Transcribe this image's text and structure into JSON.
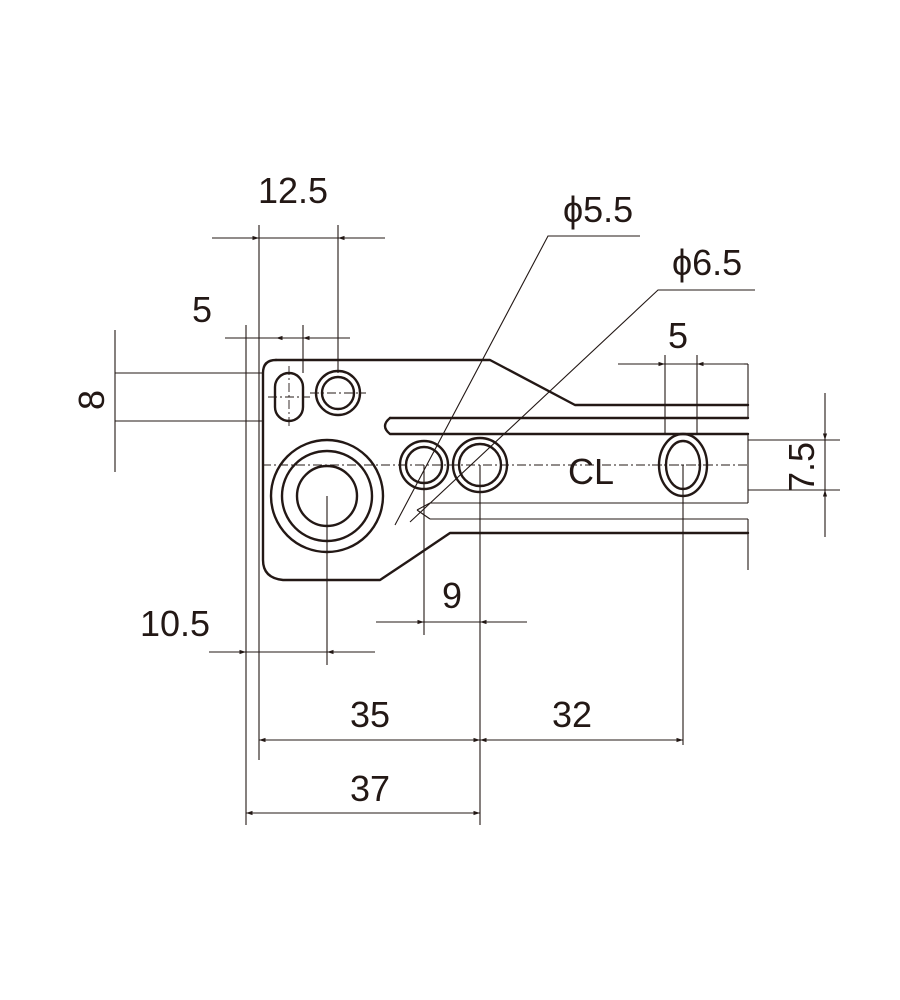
{
  "dimensions": {
    "top_slot_pitch": "12.5",
    "top_slot_width": "5",
    "top_slot_height": "8",
    "dia_small": "ϕ5.5",
    "dia_large": "ϕ6.5",
    "right_slot_width": "5",
    "centerline_label": "CL",
    "centerline_offset": "7.5",
    "left_hole_offset": "10.5",
    "hole_pitch": "9",
    "dist_35": "35",
    "dist_32": "32",
    "dist_37": "37"
  },
  "colors": {
    "line": "#231815",
    "background": "#ffffff"
  }
}
